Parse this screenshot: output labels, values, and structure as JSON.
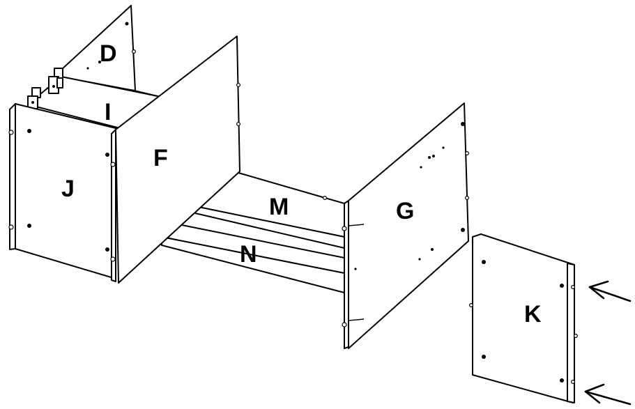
{
  "diagram": {
    "parts": {
      "D": "D",
      "I": "I",
      "J": "J",
      "F": "F",
      "M": "M",
      "N": "N",
      "G": "G",
      "K": "K"
    },
    "indicators": [
      "arrow-upper",
      "arrow-lower"
    ],
    "colors": {
      "line": "#000000",
      "panel": "#ffffff"
    }
  }
}
